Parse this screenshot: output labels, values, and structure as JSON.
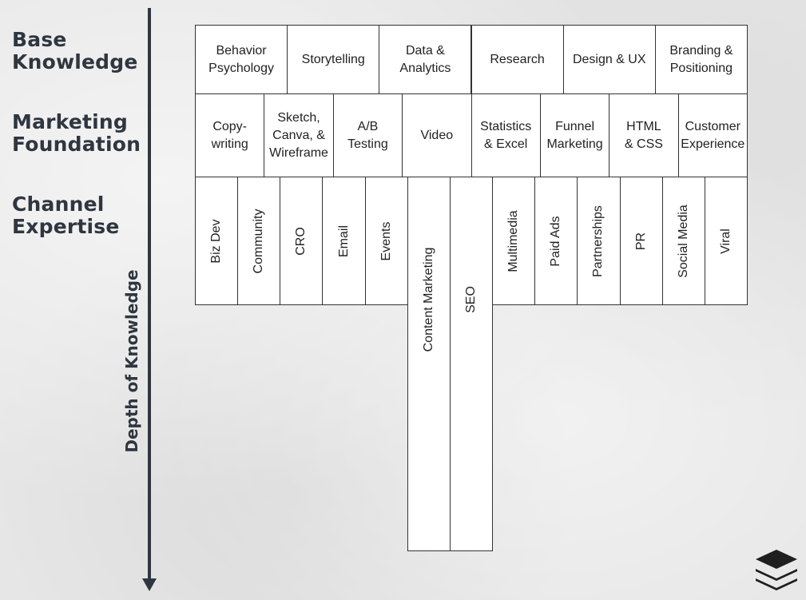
{
  "row_labels": {
    "base": "Base\nKnowledge",
    "marketing": "Marketing\nFoundation",
    "channel": "Channel\nExpertise"
  },
  "axis_label": "Depth of Knowledge",
  "base_knowledge": [
    "Behavior\nPsychology",
    "Storytelling",
    "Data &\nAnalytics",
    "Research",
    "Design & UX",
    "Branding &\nPositioning"
  ],
  "marketing_foundation": [
    "Copy-\nwriting",
    "Sketch,\nCanva, &\nWireframe",
    "A/B\nTesting",
    "Video",
    "Statistics\n& Excel",
    "Funnel\nMarketing",
    "HTML\n& CSS",
    "Customer\nExperience"
  ],
  "channel_expertise": [
    {
      "label": "Biz Dev",
      "depth": "shallow"
    },
    {
      "label": "Community",
      "depth": "shallow"
    },
    {
      "label": "CRO",
      "depth": "shallow"
    },
    {
      "label": "Email",
      "depth": "shallow"
    },
    {
      "label": "Events",
      "depth": "shallow"
    },
    {
      "label": "Content Marketing",
      "depth": "deep"
    },
    {
      "label": "SEO",
      "depth": "deep"
    },
    {
      "label": "Multimedia",
      "depth": "shallow"
    },
    {
      "label": "Paid Ads",
      "depth": "shallow"
    },
    {
      "label": "Partnerships",
      "depth": "shallow"
    },
    {
      "label": "PR",
      "depth": "shallow"
    },
    {
      "label": "Social Media",
      "depth": "shallow"
    },
    {
      "label": "Viral",
      "depth": "shallow"
    }
  ],
  "colors": {
    "ink": "#2f3640",
    "cell_bg": "#ffffff",
    "cell_border": "#333333"
  },
  "logo_icon": "stacked-layers-icon"
}
